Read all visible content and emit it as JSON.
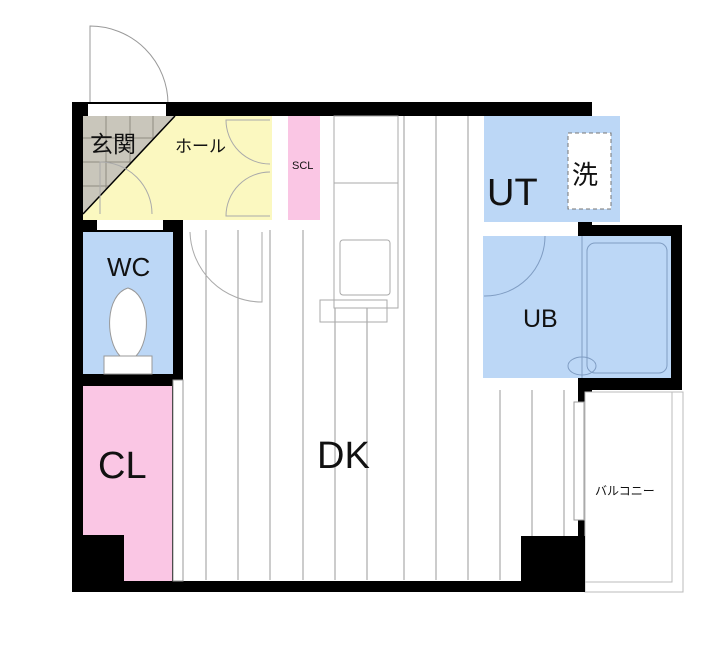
{
  "floorplan": {
    "rooms": {
      "genkan": {
        "label": "玄関",
        "color": "#c9c6bb"
      },
      "hall": {
        "label": "ホール",
        "color": "#fbf8c0"
      },
      "scl": {
        "label": "SCL",
        "color": "#fac6e4"
      },
      "ut": {
        "label": "UT",
        "color": "#bcd7f6"
      },
      "washer": {
        "label": "洗"
      },
      "wc": {
        "label": "WC",
        "color": "#bcd7f6"
      },
      "ub": {
        "label": "UB",
        "color": "#bcd7f6"
      },
      "cl": {
        "label": "CL",
        "color": "#fac6e4"
      },
      "dk": {
        "label": "DK",
        "color": "#ffffff"
      },
      "balcony": {
        "label": "バルコニー",
        "color": "#ffffff"
      }
    },
    "wall_color": "#000000",
    "floor_line_color": "#9a9a9a"
  }
}
